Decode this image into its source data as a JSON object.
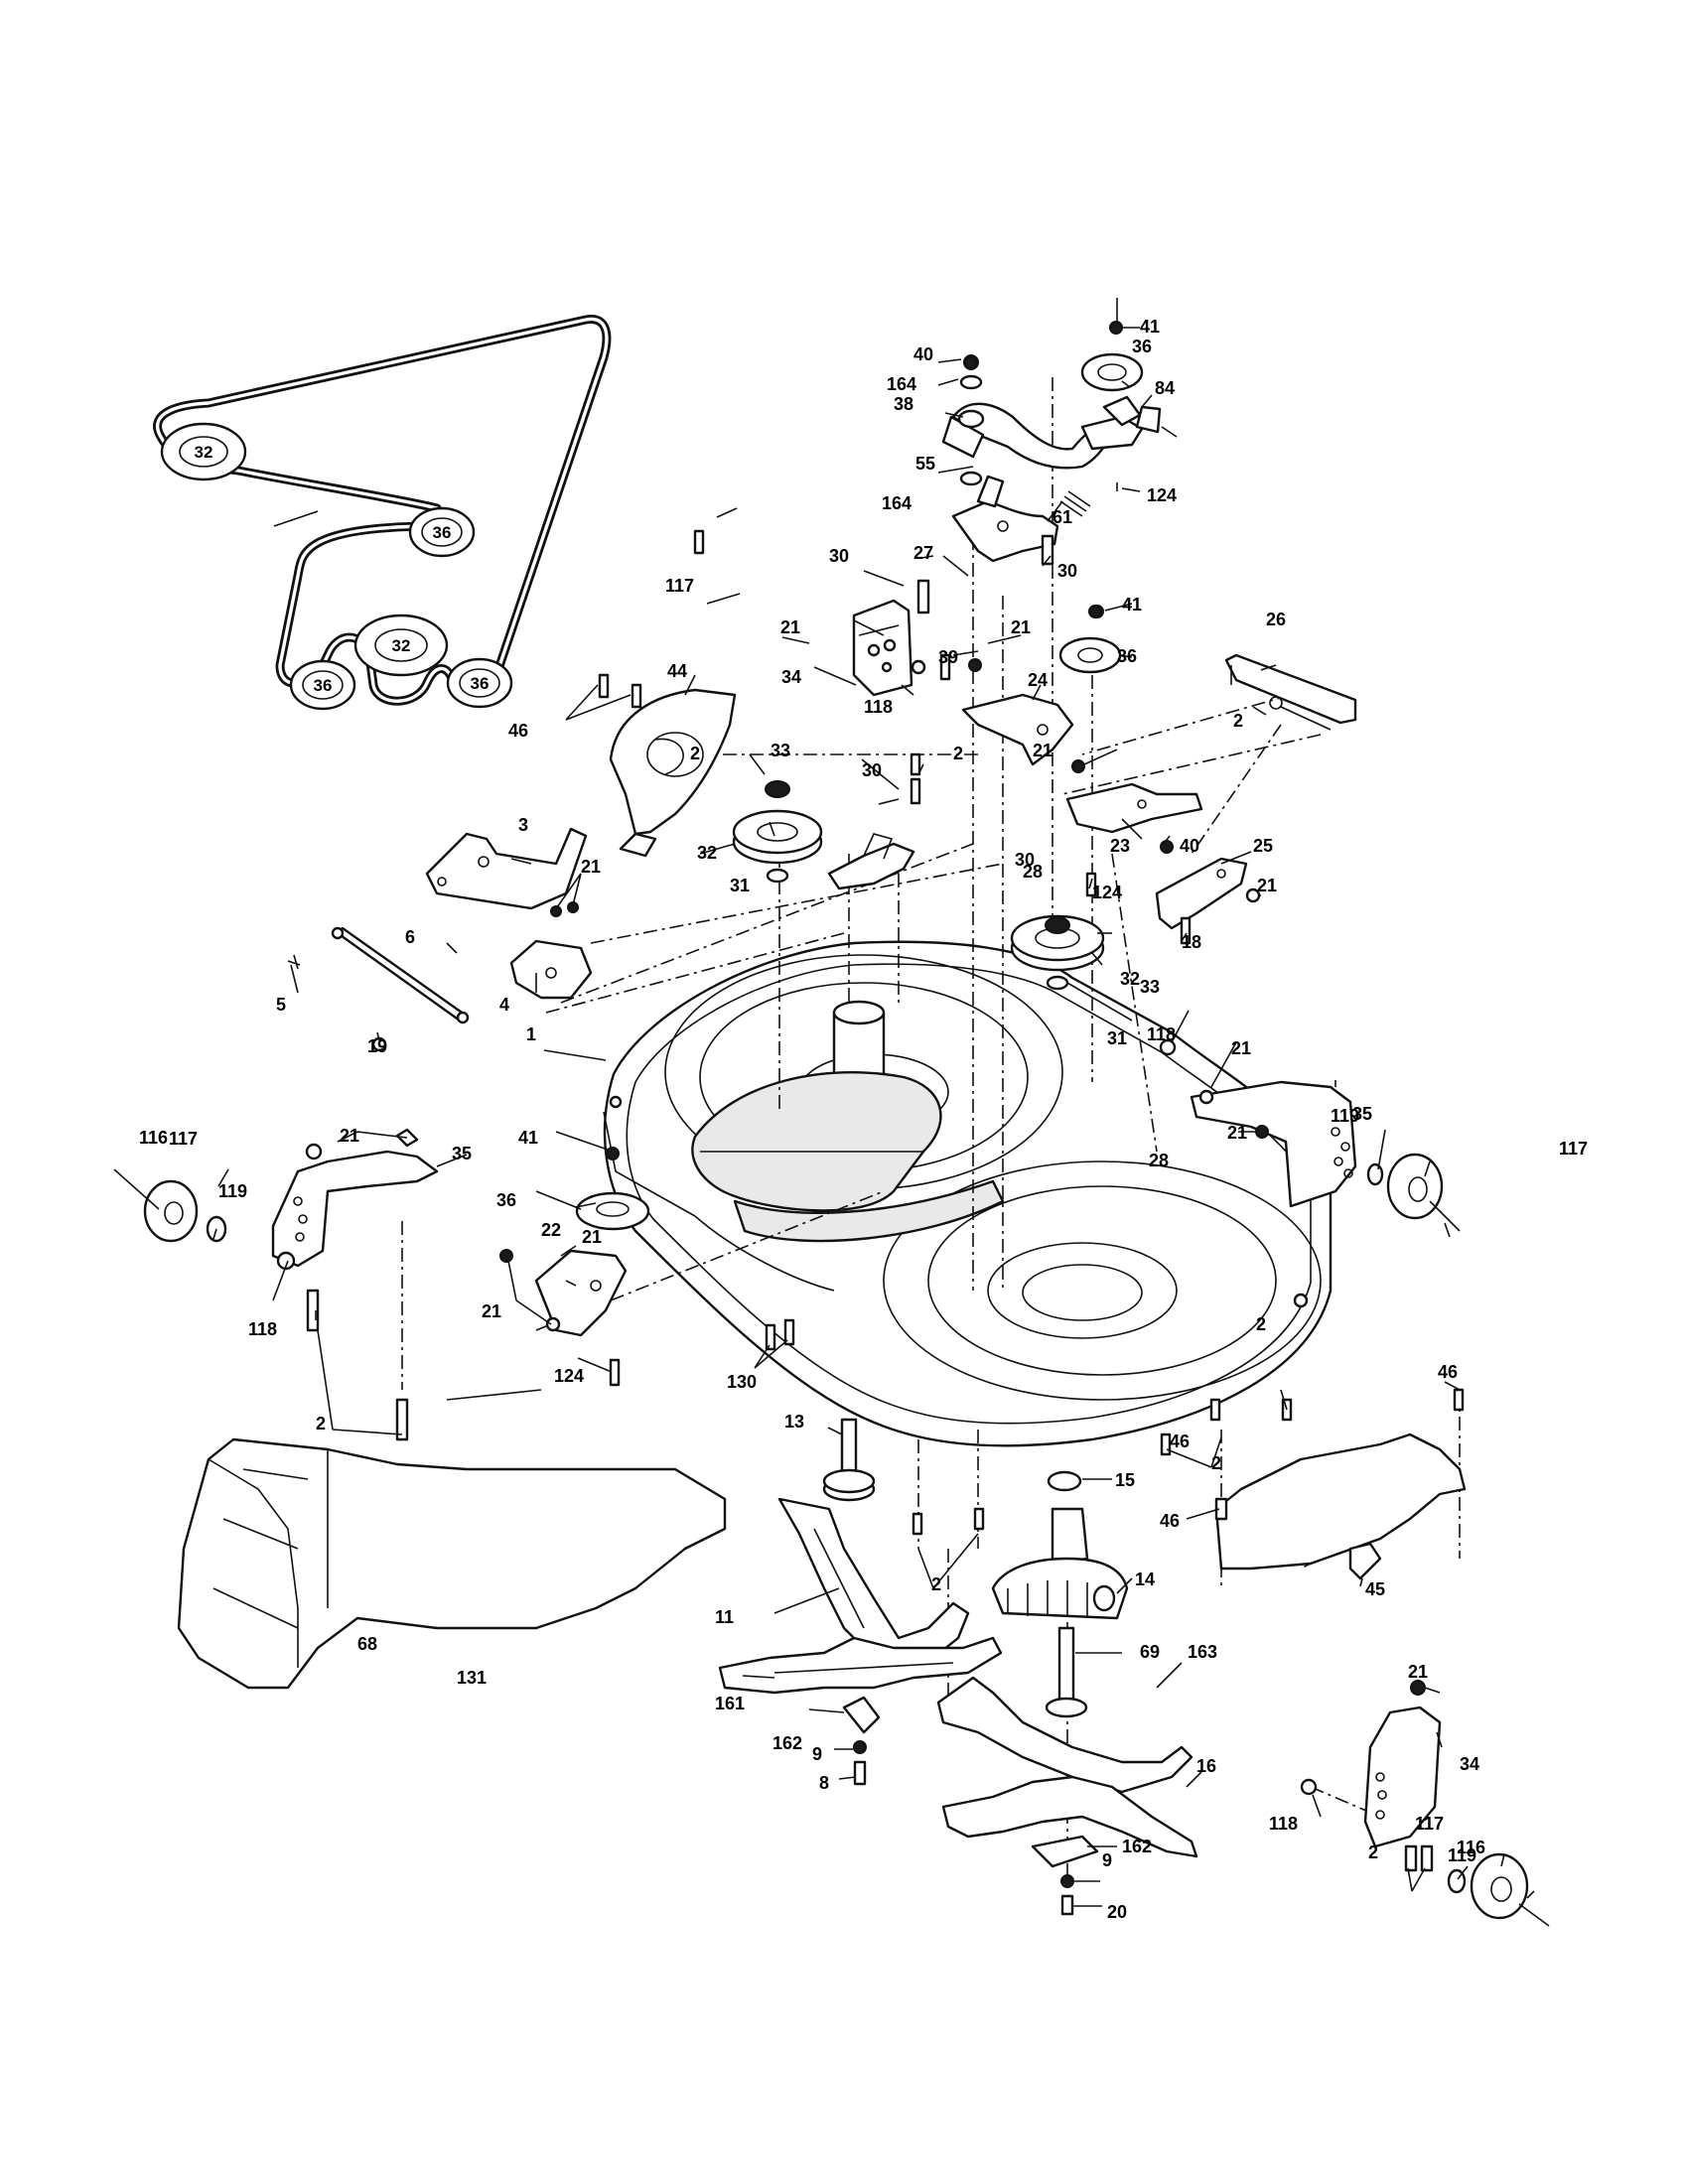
{
  "callouts": [
    "1",
    "2",
    "3",
    "4",
    "5",
    "6",
    "8",
    "9",
    "11",
    "13",
    "14",
    "15",
    "16",
    "18",
    "19",
    "20",
    "21",
    "22",
    "23",
    "24",
    "25",
    "26",
    "27",
    "28",
    "30",
    "31",
    "32",
    "33",
    "34",
    "35",
    "36",
    "38",
    "39",
    "40",
    "41",
    "44",
    "45",
    "46",
    "55",
    "61",
    "68",
    "69",
    "84",
    "116",
    "117",
    "118",
    "119",
    "124",
    "130",
    "131",
    "161",
    "162",
    "163",
    "164"
  ],
  "belt_pulleys": [
    "32",
    "36",
    "32",
    "36",
    "36"
  ],
  "colors": {
    "ink": "#111111",
    "paper": "#ffffff",
    "shade": "#e9e9e9"
  }
}
